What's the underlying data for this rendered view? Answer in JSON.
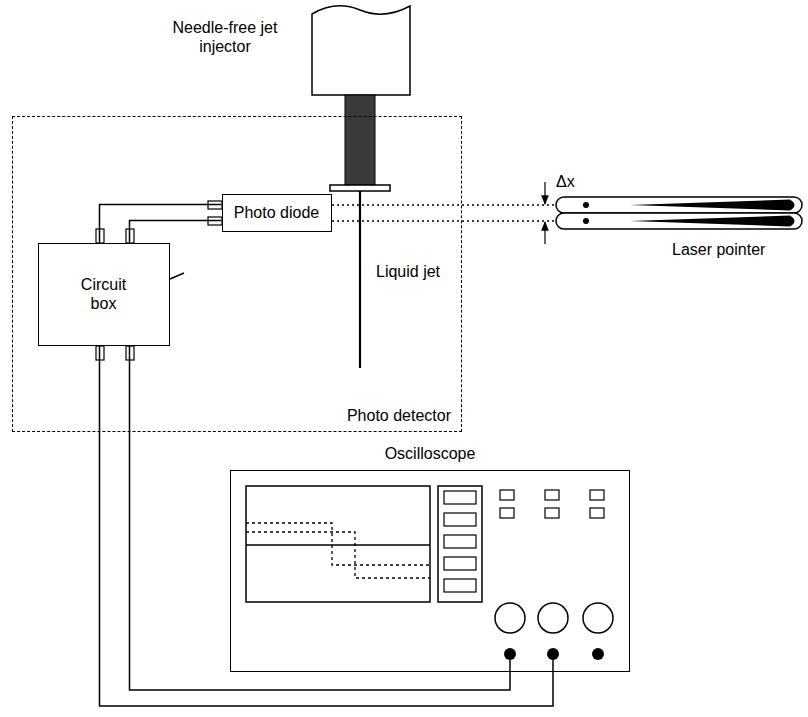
{
  "diagram": {
    "nodes": [
      {
        "text": [
          "Photo detector"
        ]
      },
      {
        "text": [
          "Photo diode"
        ],
        "in": 0
      },
      {
        "text": [
          "Circuit box"
        ],
        "in": 0
      },
      {
        "text": [
          "Oscilloscope"
        ]
      }
    ],
    "edges": [
      {
        "from": 1,
        "to": 2,
        "arrow": "none"
      },
      {
        "from": 1,
        "to": 2,
        "arrow": "none"
      },
      {
        "from": 2,
        "to": 3,
        "arrow": "none"
      },
      {
        "from": 2,
        "to": 3,
        "arrow": "none"
      }
    ],
    "labels": [
      "Needle-free jet injector",
      "Δx",
      "Laser pointer",
      "Liquid jet"
    ]
  }
}
